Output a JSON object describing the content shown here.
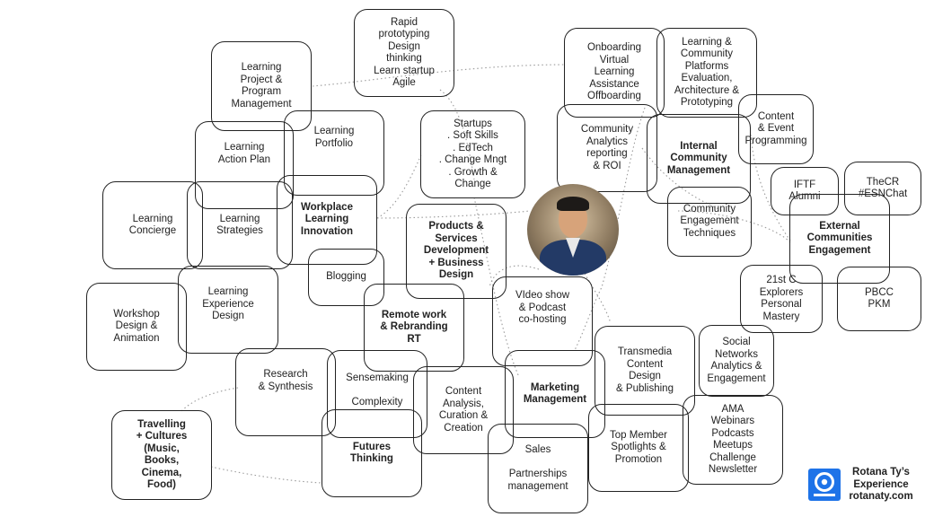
{
  "nodes": [
    {
      "id": "rapid-prototyping",
      "label": "Rapid\nprototyping\nDesign\nthinking\nLearn startup\nAgile",
      "bold": false
    },
    {
      "id": "onboarding",
      "label": "Onboarding\nVirtual\nLearning\nAssistance\nOffboarding",
      "bold": false
    },
    {
      "id": "learning-community-platforms",
      "label": "Learning &\nCommunity\nPlatforms\nEvaluation,\nArchitecture &\nPrototyping",
      "bold": false
    },
    {
      "id": "learning-project-management",
      "label": "Learning\nProject &\nProgram\nManagement",
      "bold": false
    },
    {
      "id": "content-event-programming",
      "label": "Content\n& Event\nProgramming",
      "bold": false
    },
    {
      "id": "learning-portfolio",
      "label": "Learning\nPortfolio",
      "bold": false
    },
    {
      "id": "startups",
      "label": "Startups\n. Soft Skills\n. EdTech\n. Change Mngt\n. Growth &\nChange",
      "bold": false
    },
    {
      "id": "community-analytics",
      "label": "Community\nAnalytics\nreporting\n& ROI",
      "bold": false
    },
    {
      "id": "internal-community-management",
      "label": "Internal\nCommunity\nManagement",
      "bold": true
    },
    {
      "id": "learning-action-plan",
      "label": "Learning\nAction Plan",
      "bold": false
    },
    {
      "id": "iftf-alumni",
      "label": "IFTF\nAlumni",
      "bold": false
    },
    {
      "id": "thecr-esnchat",
      "label": "TheCR\n#ESNChat",
      "bold": false
    },
    {
      "id": "learning-concierge",
      "label": "Learning\nConcierge",
      "bold": false
    },
    {
      "id": "learning-strategies",
      "label": "Learning\nStrategies",
      "bold": false
    },
    {
      "id": "workplace-learning-innovation",
      "label": "Workplace\nLearning\nInnovation",
      "bold": true
    },
    {
      "id": "products-services",
      "label": "Products &\nServices\nDevelopment\n+ Business\nDesign",
      "bold": true
    },
    {
      "id": "community-engagement-techniques",
      "label": "Community\nEngagement\nTechniques",
      "bold": false
    },
    {
      "id": "external-communities-engagement",
      "label": "External\nCommunities\nEngagement",
      "bold": true
    },
    {
      "id": "blogging",
      "label": "Blogging",
      "bold": false
    },
    {
      "id": "21st-c-explorers",
      "label": "21st C\nExplorers\nPersonal\nMastery",
      "bold": false
    },
    {
      "id": "pbcc-pkm",
      "label": "PBCC\nPKM",
      "bold": false
    },
    {
      "id": "learning-experience-design",
      "label": "Learning\nExperience\nDesign",
      "bold": false
    },
    {
      "id": "workshop-design",
      "label": "Workshop\nDesign &\nAnimation",
      "bold": false
    },
    {
      "id": "video-show",
      "label": "VIdeo show\n& Podcast\nco-hosting",
      "bold": false
    },
    {
      "id": "remote-work",
      "label": "Remote work\n& Rebranding\nRT",
      "bold": true
    },
    {
      "id": "social-networks-analytics",
      "label": "Social\nNetworks\nAnalytics &\nEngagement",
      "bold": false
    },
    {
      "id": "transmedia",
      "label": "Transmedia\nContent\nDesign\n& Publishing",
      "bold": false
    },
    {
      "id": "research-synthesis",
      "label": "Research\n& Synthesis",
      "bold": false
    },
    {
      "id": "sensemaking",
      "label": "Sensemaking\n\nComplexity",
      "bold": false
    },
    {
      "id": "content-analysis",
      "label": "Content\nAnalysis,\nCuration &\nCreation",
      "bold": false
    },
    {
      "id": "marketing-management",
      "label": "Marketing\nManagement",
      "bold": true
    },
    {
      "id": "ama-webinars",
      "label": "AMA\nWebinars\nPodcasts\nMeetups\nChallenge\nNewsletter",
      "bold": false
    },
    {
      "id": "top-member-spotlights",
      "label": "Top Member\nSpotlights &\nPromotion",
      "bold": false
    },
    {
      "id": "travelling-cultures",
      "label": "Travelling\n+ Cultures\n(Music,\nBooks,\nCinema,\nFood)",
      "bold": true
    },
    {
      "id": "futures-thinking",
      "label": "Futures\nThinking",
      "bold": true
    },
    {
      "id": "sales-partnerships",
      "label": "Sales\n\nPartnerships\nmanagement",
      "bold": false
    }
  ],
  "brand": {
    "name": "Rotana Ty’s\nExperience",
    "site": "rotanaty.com",
    "logo_color": "#1e73e8",
    "logo_icon": "webcam-icon"
  },
  "photo": {
    "icon": "portrait-photo"
  }
}
